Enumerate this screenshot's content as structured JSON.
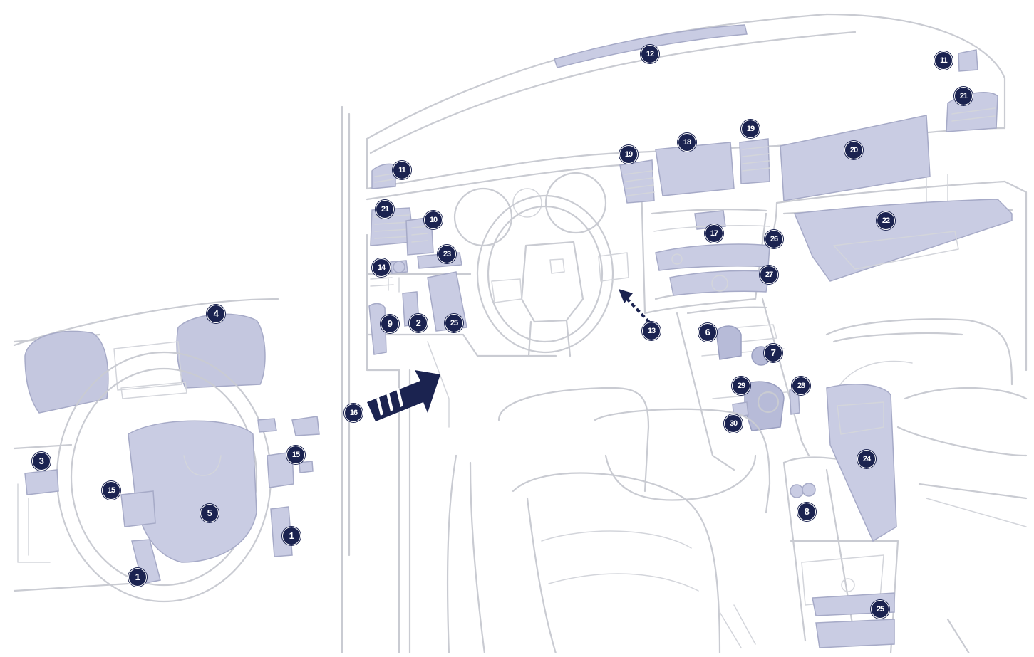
{
  "palette": {
    "callout_fill": "#1b2350",
    "callout_text": "#ffffff",
    "highlight": "#c9cce3",
    "outline": "#c9cbd2",
    "arrow": "#1b2350"
  },
  "callouts": [
    {
      "id": "c1a",
      "label": "1"
    },
    {
      "id": "c1b",
      "label": "1"
    },
    {
      "id": "c2",
      "label": "2"
    },
    {
      "id": "c3",
      "label": "3"
    },
    {
      "id": "c4",
      "label": "4"
    },
    {
      "id": "c5",
      "label": "5"
    },
    {
      "id": "c6",
      "label": "6"
    },
    {
      "id": "c7",
      "label": "7"
    },
    {
      "id": "c8",
      "label": "8"
    },
    {
      "id": "c9",
      "label": "9"
    },
    {
      "id": "c10",
      "label": "10"
    },
    {
      "id": "c11a",
      "label": "11"
    },
    {
      "id": "c11b",
      "label": "11"
    },
    {
      "id": "c12",
      "label": "12"
    },
    {
      "id": "c13",
      "label": "13"
    },
    {
      "id": "c14",
      "label": "14"
    },
    {
      "id": "c15a",
      "label": "15"
    },
    {
      "id": "c15b",
      "label": "15"
    },
    {
      "id": "c16",
      "label": "16"
    },
    {
      "id": "c17",
      "label": "17"
    },
    {
      "id": "c18",
      "label": "18"
    },
    {
      "id": "c19a",
      "label": "19"
    },
    {
      "id": "c19b",
      "label": "19"
    },
    {
      "id": "c20",
      "label": "20"
    },
    {
      "id": "c21a",
      "label": "21"
    },
    {
      "id": "c21b",
      "label": "21"
    },
    {
      "id": "c22",
      "label": "22"
    },
    {
      "id": "c23",
      "label": "23"
    },
    {
      "id": "c24",
      "label": "24"
    },
    {
      "id": "c25a",
      "label": "25"
    },
    {
      "id": "c25b",
      "label": "25"
    },
    {
      "id": "c26",
      "label": "26"
    },
    {
      "id": "c27",
      "label": "27"
    },
    {
      "id": "c28",
      "label": "28"
    },
    {
      "id": "c29",
      "label": "29"
    },
    {
      "id": "c30",
      "label": "30"
    }
  ]
}
